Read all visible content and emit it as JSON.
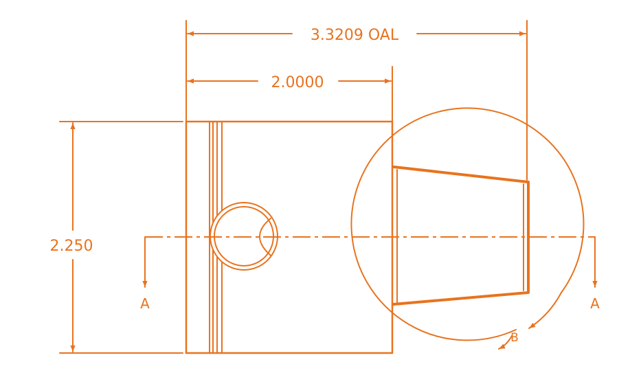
{
  "drawing": {
    "line_color": "#E8731E",
    "dimensions": {
      "overall_length": "3.3209 OAL",
      "length": "2.0000",
      "height": "2.250"
    },
    "section_labels": {
      "left": "A",
      "right": "A"
    },
    "detail_label": "B"
  }
}
